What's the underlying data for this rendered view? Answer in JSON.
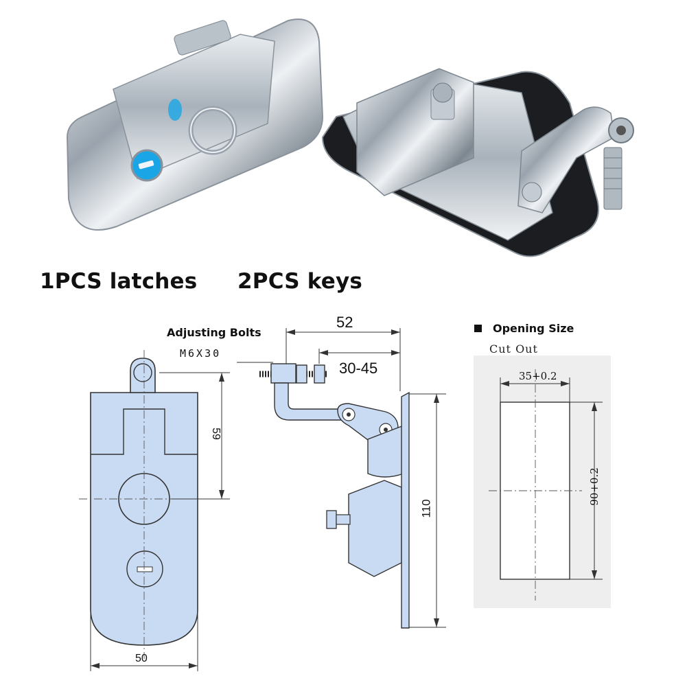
{
  "headline": {
    "latches": "1PCS latches",
    "keys": "2PCS keys"
  },
  "side_view": {
    "title": "Adjusting Bolts",
    "bolt_spec": "M6X30",
    "width_label": "52",
    "range_label": "30-45",
    "height_label": "110"
  },
  "front_view": {
    "offset_label": "59",
    "width_label": "50"
  },
  "cutout": {
    "heading": "Opening Size",
    "subheading": "Cut Out",
    "width_label": "35+0.2",
    "height_label": "90+0.2"
  },
  "colors": {
    "part_fill": "#c9dbf3",
    "outline": "#333333",
    "cutout_bg": "#eeeeee",
    "key_cylinder": "#1aa6e6"
  },
  "icons": {
    "bullet": "black-square-icon"
  }
}
